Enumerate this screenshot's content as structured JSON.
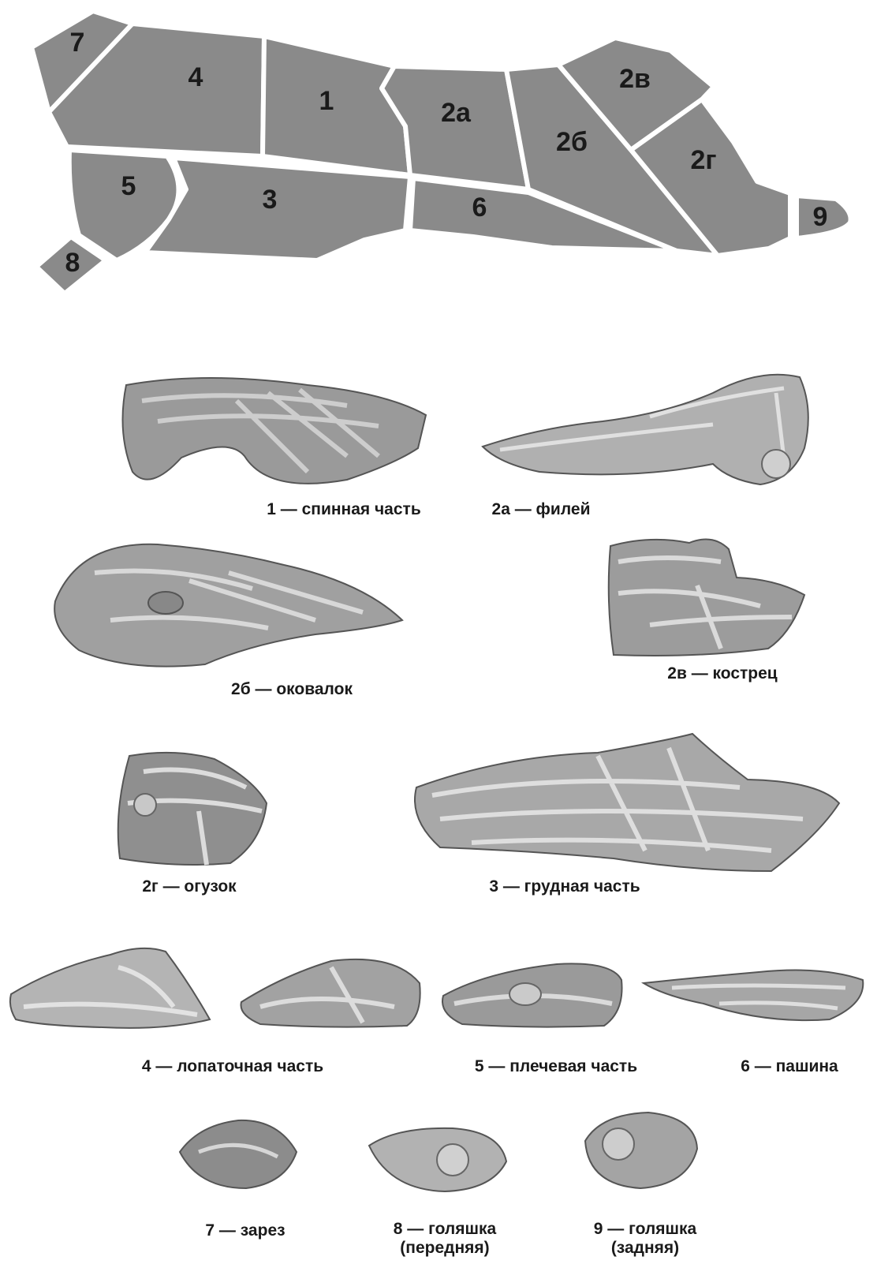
{
  "diagram": {
    "segments": [
      {
        "id": "7",
        "label": "7"
      },
      {
        "id": "4",
        "label": "4"
      },
      {
        "id": "1",
        "label": "1"
      },
      {
        "id": "2a",
        "label": "2а"
      },
      {
        "id": "2b",
        "label": "2б"
      },
      {
        "id": "2v",
        "label": "2в"
      },
      {
        "id": "2g",
        "label": "2г"
      },
      {
        "id": "9",
        "label": "9"
      },
      {
        "id": "5",
        "label": "5"
      },
      {
        "id": "3",
        "label": "3"
      },
      {
        "id": "6",
        "label": "6"
      },
      {
        "id": "8",
        "label": "8"
      }
    ]
  },
  "cuts": {
    "c1": {
      "caption": "1 — спинная  часть"
    },
    "c2a": {
      "caption": "2а — филей"
    },
    "c2b": {
      "caption": "2б — оковалок"
    },
    "c2v": {
      "caption": "2в — кострец"
    },
    "c2g": {
      "caption": "2г — огузок"
    },
    "c3": {
      "caption": "3 — грудная часть"
    },
    "c4": {
      "caption": "4 — лопаточная часть"
    },
    "c5": {
      "caption": "5 — плечевая  часть"
    },
    "c6": {
      "caption": "6 — пашина"
    },
    "c7": {
      "caption": "7 — зарез"
    },
    "c8": {
      "caption": "8 — голяшка",
      "caption2": "(передняя)"
    },
    "c9": {
      "caption": "9 — голяшка",
      "caption2": "(задняя)"
    }
  },
  "colors": {
    "segment_fill": "#8a8a8a",
    "meat": "#9a9a9a",
    "fat": "#dcdcdc"
  }
}
